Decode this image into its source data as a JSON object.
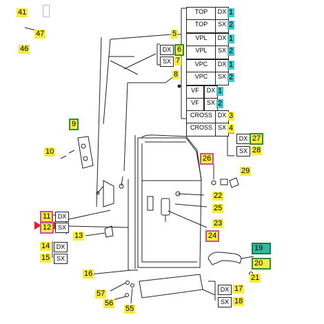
{
  "labels": {
    "n41": "41",
    "n47": "47",
    "n46": "46",
    "n5": "5",
    "n6": "6",
    "n7": "7",
    "n8": "8",
    "n9": "9",
    "n10": "10",
    "n11": "11",
    "n12": "12",
    "n13": "13",
    "n14": "14",
    "n15": "15",
    "n16": "16",
    "n17": "17",
    "n18": "18",
    "n19": "19",
    "n20": "20",
    "n21": "21",
    "n22": "22",
    "n23": "23",
    "n24": "24",
    "n25": "25",
    "n26": "26",
    "n27": "27",
    "n28": "28",
    "n29": "29",
    "n55": "55",
    "n56": "56",
    "n57": "57"
  },
  "side": {
    "dx": "DX",
    "sx": "SX"
  },
  "table": {
    "rows": [
      {
        "name": "TOP",
        "side": "DX",
        "num": "1"
      },
      {
        "name": "TOP",
        "side": "SX",
        "num": "2"
      },
      {
        "name": "VPL",
        "side": "DX",
        "num": "1"
      },
      {
        "name": "VPL",
        "side": "SX",
        "num": "2"
      },
      {
        "name": "VPC",
        "side": "DX",
        "num": "1"
      },
      {
        "name": "VPC",
        "side": "SX",
        "num": "2"
      },
      {
        "name": "VF",
        "side": "DX",
        "num": "1"
      },
      {
        "name": "VF",
        "side": "SX",
        "num": "2"
      },
      {
        "name": "CROSS",
        "side": "DX",
        "num": "3"
      },
      {
        "name": "CROSS",
        "side": "SX",
        "num": "4"
      }
    ]
  },
  "colors": {
    "yellow": "#f5ec3a",
    "cyan": "#3fc6c9",
    "green_border": "#2b8f3b",
    "pink_border": "#d44d93",
    "red_marker": "#e02020"
  }
}
